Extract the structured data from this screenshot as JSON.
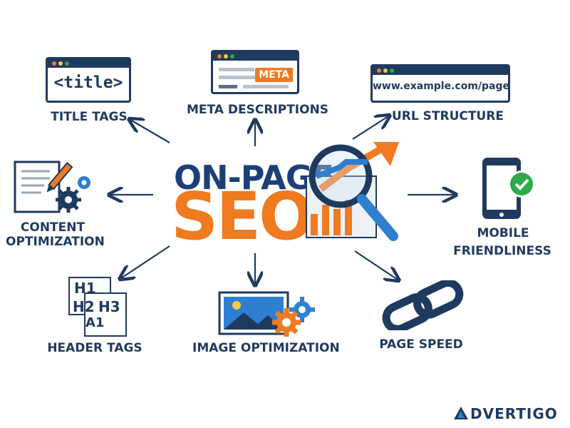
{
  "center": {
    "line1": "ON-PAGE",
    "line2": "SEO"
  },
  "nodes": {
    "title_tags": {
      "label": "TITLE TAGS",
      "icon_text": "<title>"
    },
    "meta_descriptions": {
      "label": "META DESCRIPTIONS",
      "badge": "META"
    },
    "url_structure": {
      "label": "URL STRUCTURE",
      "url": "www.example.com/page"
    },
    "content_optimization": {
      "label_line1": "CONTENT",
      "label_line2": "OPTIMIZATION"
    },
    "mobile_friendliness": {
      "label_line1": "MOBILE",
      "label_line2": "FRIENDLINESS"
    },
    "header_tags": {
      "label": "HEADER TAGS",
      "h1": "H1",
      "h2": "H2",
      "h3": "H3",
      "a": "A1"
    },
    "image_optimization": {
      "label": "IMAGE OPTIMIZATION"
    },
    "page_speed": {
      "label": "PAGE SPEED"
    }
  },
  "brand": {
    "name": "DVERTIGO"
  },
  "colors": {
    "navy": "#1f3a5f",
    "orange": "#f07a20",
    "blue": "#2f7fd1",
    "green": "#2eaa4a"
  }
}
